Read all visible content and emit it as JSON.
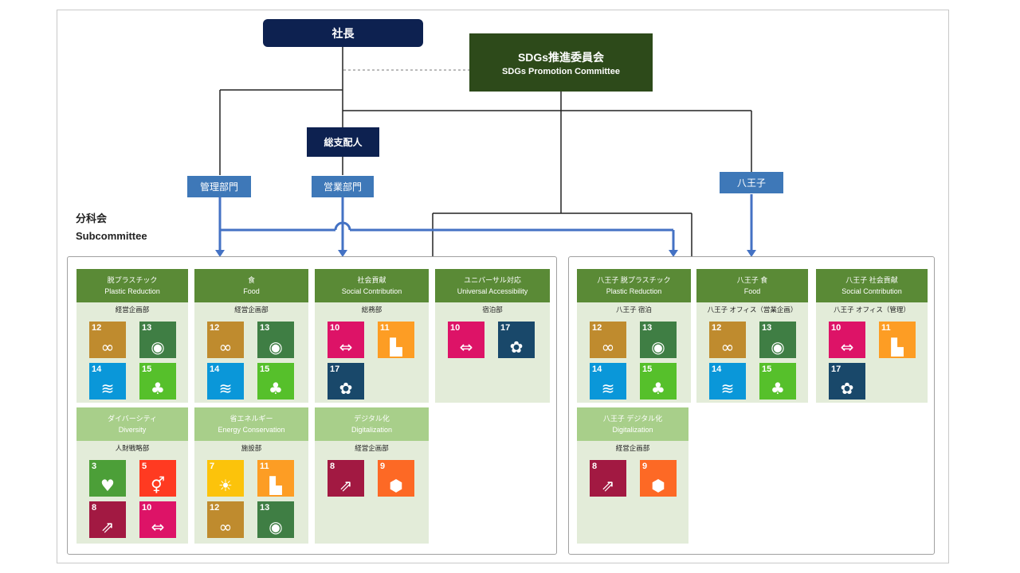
{
  "president": "社長",
  "committee": {
    "jp": "SDGs推進委員会",
    "en": "SDGs Promotion Committee"
  },
  "general_manager": "総支配人",
  "departments": {
    "admin": "管理部門",
    "sales": "営業部門",
    "hachioji": "八王子"
  },
  "subcommittee": {
    "jp": "分科会",
    "en": "Subcommittee"
  },
  "goal_colors": {
    "3": "#4c9f38",
    "5": "#ff3a21",
    "7": "#fcc30b",
    "8": "#a21942",
    "9": "#fd6925",
    "10": "#dd1367",
    "11": "#fd9d24",
    "12": "#bf8b2e",
    "13": "#3f7e44",
    "14": "#0a97d9",
    "15": "#56c02b",
    "17": "#19486a"
  },
  "goal_icons": {
    "3": "heartbeat-icon",
    "5": "gender-icon",
    "7": "sun-icon",
    "8": "growth-chart-icon",
    "9": "cubes-icon",
    "10": "equality-icon",
    "11": "buildings-icon",
    "12": "infinity-icon",
    "13": "eye-globe-icon",
    "14": "fish-icon",
    "15": "tree-icon",
    "17": "partnership-flower-icon"
  },
  "cards": [
    {
      "title_jp": "脱プラスチック",
      "title_en": "Plastic Reduction",
      "owner": "経営企画部",
      "goals": [
        "12",
        "13",
        "14",
        "15"
      ]
    },
    {
      "title_jp": "食",
      "title_en": "Food",
      "owner": "経営企画部",
      "goals": [
        "12",
        "13",
        "14",
        "15"
      ]
    },
    {
      "title_jp": "社会貢献",
      "title_en": "Social Contribution",
      "owner": "総務部",
      "goals": [
        "10",
        "11",
        "17"
      ]
    },
    {
      "title_jp": "ユニバーサル対応",
      "title_en": "Universal Accessibility",
      "owner": "宿泊部",
      "goals": [
        "10",
        "17"
      ]
    },
    {
      "title_jp": "ダイバーシティ",
      "title_en": "Diversity",
      "owner": "人財戦略部",
      "goals": [
        "3",
        "5",
        "8",
        "10"
      ]
    },
    {
      "title_jp": "省エネルギー",
      "title_en": "Energy Conservation",
      "owner": "施設部",
      "goals": [
        "7",
        "11",
        "12",
        "13"
      ]
    },
    {
      "title_jp": "デジタル化",
      "title_en": "Digitalization",
      "owner": "経営企画部",
      "goals": [
        "8",
        "9"
      ]
    },
    {
      "title_jp": "八王子 脱プラスチック",
      "title_en": "Plastic Reduction",
      "owner": "八王子 宿泊",
      "goals": [
        "12",
        "13",
        "14",
        "15"
      ]
    },
    {
      "title_jp": "八王子 食",
      "title_en": "Food",
      "owner": "八王子 オフィス（営業企画）",
      "goals": [
        "12",
        "13",
        "14",
        "15"
      ]
    },
    {
      "title_jp": "八王子 社会貢献",
      "title_en": "Social Contribution",
      "owner": "八王子 オフィス（管理）",
      "goals": [
        "10",
        "11",
        "17"
      ]
    },
    {
      "title_jp": "八王子 デジタル化",
      "title_en": "Digitalization",
      "owner": "経営企画部",
      "goals": [
        "8",
        "9"
      ]
    }
  ]
}
